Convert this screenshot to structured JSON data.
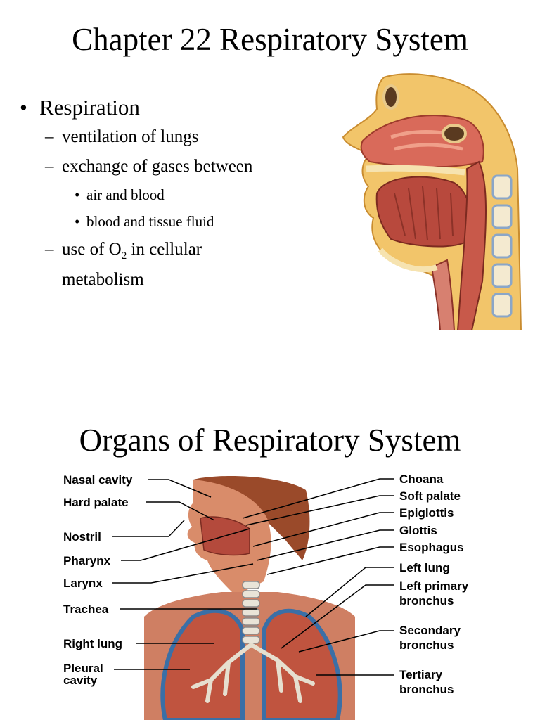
{
  "slide1": {
    "title": "Chapter 22 Respiratory System",
    "bullet1": "Respiration",
    "sub1": "ventilation of lungs",
    "sub2": "exchange of gases between",
    "sub2_items": [
      "air and blood",
      "blood and tissue fluid"
    ],
    "sub3_prefix": "use of O",
    "sub3_subscript": "2",
    "sub3_suffix": " in cellular",
    "sub3_line2": "metabolism",
    "bullet_glyph": "•",
    "dash_glyph": "–"
  },
  "slide2": {
    "title": "Organs of Respiratory System",
    "left_labels": {
      "nasal_cavity": "Nasal cavity",
      "hard_palate": "Hard palate",
      "nostril": "Nostril",
      "pharynx": "Pharynx",
      "larynx": "Larynx",
      "trachea": "Trachea",
      "right_lung": "Right lung",
      "pleural_cavity_1": "Pleural",
      "pleural_cavity_2": "cavity"
    },
    "right_labels": {
      "choana": "Choana",
      "soft_palate": "Soft palate",
      "epiglottis": "Epiglottis",
      "glottis": "Glottis",
      "esophagus": "Esophagus",
      "left_lung": "Left lung",
      "left_primary_bronchus_1": "Left primary",
      "left_primary_bronchus_2": "bronchus",
      "secondary_bronchus_1": "Secondary",
      "secondary_bronchus_2": "bronchus",
      "tertiary_bronchus_1": "Tertiary",
      "tertiary_bronchus_2": "bronchus"
    }
  }
}
